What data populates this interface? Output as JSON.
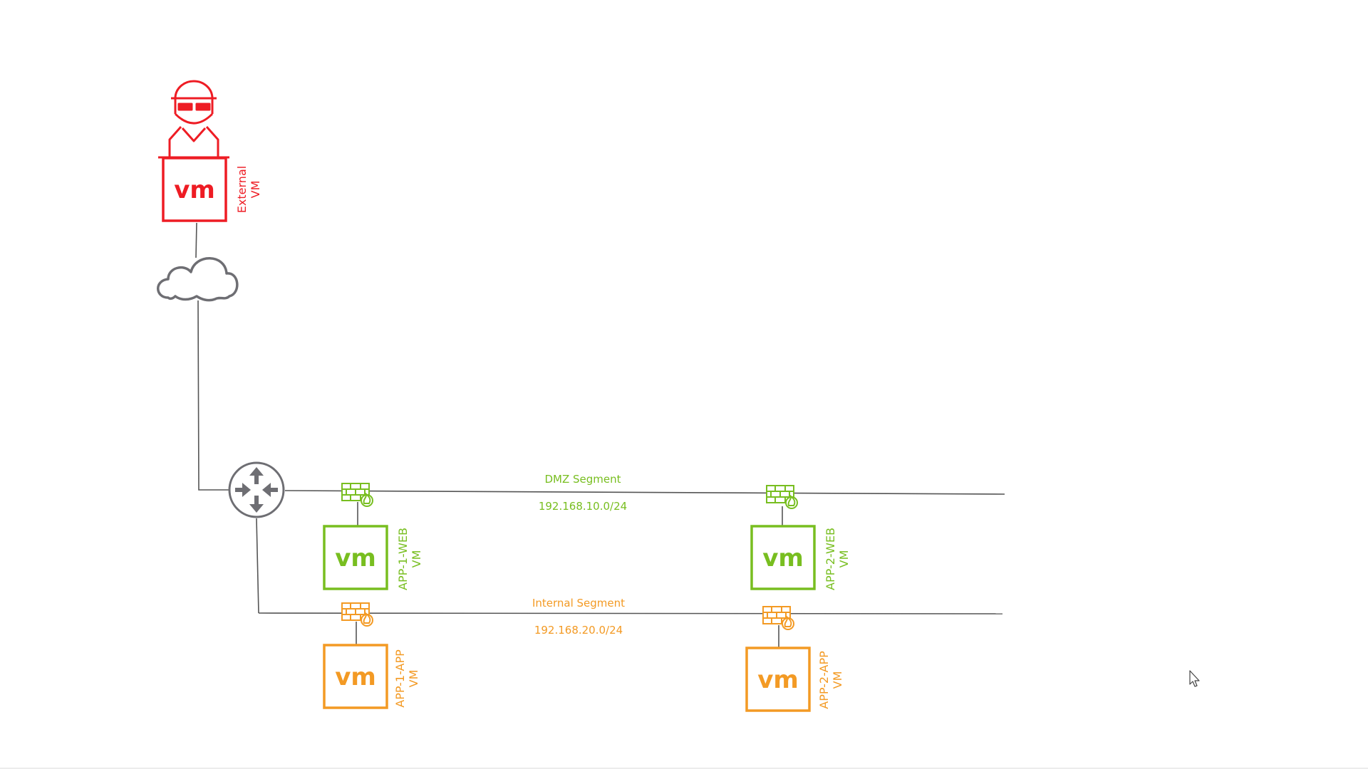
{
  "colors": {
    "external": "#ee1c24",
    "web": "#78be20",
    "app": "#f39a24",
    "network": "#6e6e73",
    "line": "#555555"
  },
  "icons": {
    "hacker": "hacker-icon",
    "cloud": "cloud-icon",
    "router": "router-icon",
    "firewall": "firewall-icon",
    "cursor": "mouse-cursor-icon"
  },
  "external_vm": {
    "badge": "vm",
    "label_line1": "External",
    "label_line2": "VM"
  },
  "segments": [
    {
      "name": "DMZ Segment",
      "cidr": "192.168.10.0/24"
    },
    {
      "name": "Internal Segment",
      "cidr": "192.168.20.0/24"
    }
  ],
  "vms": [
    {
      "badge": "vm",
      "label_line1": "APP-1-WEB",
      "label_line2": "VM"
    },
    {
      "badge": "vm",
      "label_line1": "APP-2-WEB",
      "label_line2": "VM"
    },
    {
      "badge": "vm",
      "label_line1": "APP-1-APP",
      "label_line2": "VM"
    },
    {
      "badge": "vm",
      "label_line1": "APP-2-APP",
      "label_line2": "VM"
    }
  ]
}
